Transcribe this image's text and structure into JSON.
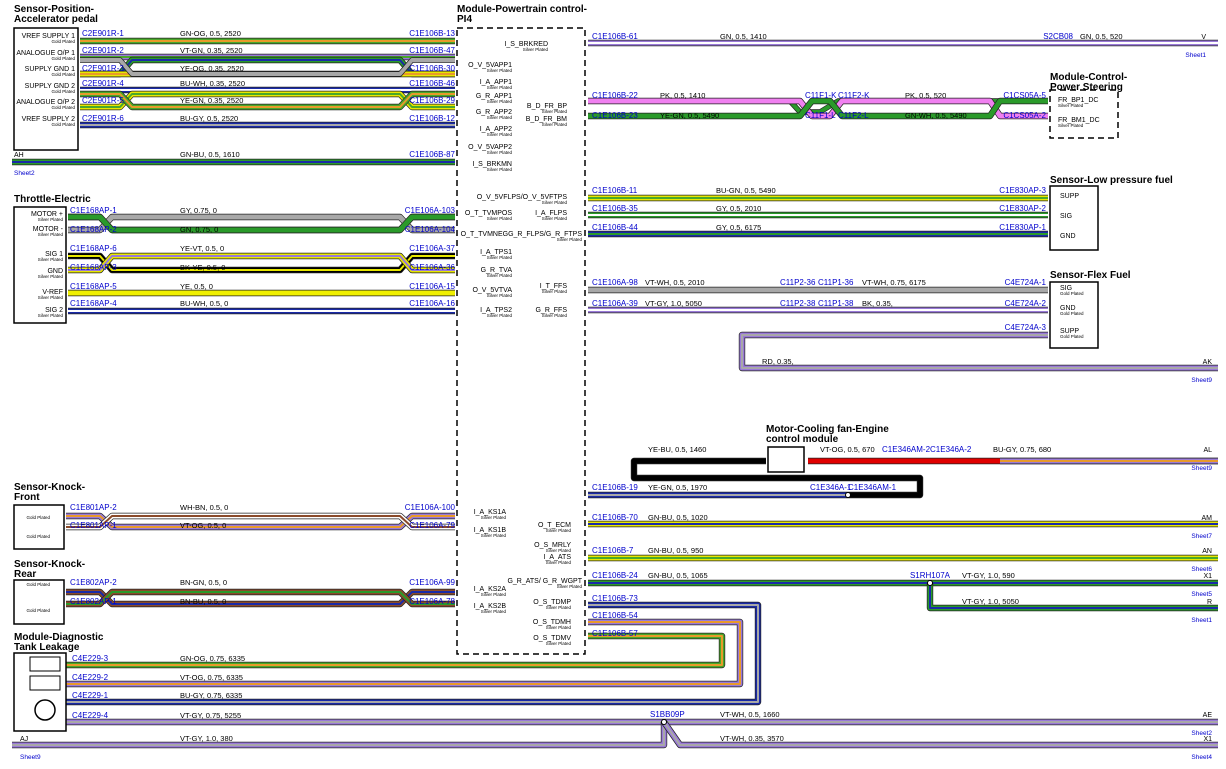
{
  "colors": {
    "GN-OG": [
      "#4aa82a",
      "#e89a2a"
    ],
    "VT-GN": [
      "#9a7ad8",
      "#4aa82a"
    ],
    "YE-OG": [
      "#e8e800",
      "#e89a2a"
    ],
    "BU-WH": [
      "#1a2aa8",
      "#ffffff"
    ],
    "YE-GN": [
      "#e8e800",
      "#4aa82a"
    ],
    "BU-GY": [
      "#1a2aa8",
      "#a8a8a8"
    ],
    "GN-BU": [
      "#2a9a2a",
      "#1a2aa8"
    ],
    "GY": [
      "#a8a8a8",
      ""
    ],
    "GN": [
      "#2a9a2a",
      ""
    ],
    "YE-VT": [
      "#e8e800",
      "#9a7ad8"
    ],
    "BK-YE": [
      "#000000",
      "#e8e800"
    ],
    "YE": [
      "#f0f000",
      ""
    ],
    "VT-WH": [
      "#9a7ad8",
      "#ffffff"
    ],
    "PK": [
      "#f080f0",
      ""
    ],
    "GN-WH": [
      "#2a9a2a",
      "#ffffff"
    ],
    "BU-GN": [
      "#1a2aa8",
      "#2a9a2a"
    ],
    "VT-GY": [
      "#9a7ad8",
      "#a8a8a8"
    ],
    "BK": [
      "#000000",
      ""
    ],
    "RD": [
      "#e00000",
      ""
    ],
    "VT-OG": [
      "#9a7ad8",
      "#e89a2a"
    ],
    "YE-BU": [
      "#e8e800",
      "#1a2aa8"
    ],
    "WH-BN": [
      "#ffffff",
      "#8a4a2a"
    ],
    "BN-GN": [
      "#8a4a2a",
      "#2a9a2a"
    ],
    "BN-BU": [
      "#8a4a2a",
      "#1a2aa8"
    ],
    "VT-GY2": [
      "#9a7ad8",
      "#a8a8a8"
    ]
  },
  "modules": {
    "app": {
      "title": [
        "Sensor-Position-",
        "Accelerator pedal"
      ],
      "pins": [
        [
          "VREF SUPPLY 1",
          "Gold Plated"
        ],
        [
          "ANALOGUE O/P 1",
          "Gold Plated"
        ],
        [
          "SUPPLY GND 1",
          "Gold Plated"
        ],
        [
          "SUPPLY GND 2",
          "Gold Plated"
        ],
        [
          "ANALOGUE O/P 2",
          "Gold Plated"
        ],
        [
          "VREF SUPPLY 2",
          "Gold Plated"
        ]
      ]
    },
    "throttle": {
      "title": [
        "Throttle-Electric"
      ],
      "pins": [
        [
          "MOTOR +",
          "Silver Plated"
        ],
        [
          "MOTOR -",
          "Silver Plated"
        ],
        [
          "SIG 1",
          "Silver Plated"
        ],
        [
          "GND",
          "Silver Plated"
        ],
        [
          "V-REF",
          "Silver Plated"
        ],
        [
          "SIG 2",
          "Silver Plated"
        ]
      ]
    },
    "knock_front": {
      "title": [
        "Sensor-Knock-",
        "Front"
      ],
      "pins": [
        [
          "",
          "Gold Plated"
        ],
        [
          "",
          "Gold Plated"
        ]
      ]
    },
    "knock_rear": {
      "title": [
        "Sensor-Knock-",
        "Rear"
      ],
      "pins": [
        [
          "",
          "Gold Plated"
        ],
        [
          "",
          "Gold Plated"
        ]
      ]
    },
    "dtl": {
      "title": [
        "Module-Diagnostic",
        "Tank Leakage"
      ]
    },
    "pcm": {
      "title": [
        "Module-Powertrain control-",
        "PI4"
      ],
      "pins": [
        [
          "I_S_BRKRED",
          "Silver Plated"
        ],
        [
          "O_V_5VAPP1",
          "Silver Plated"
        ],
        [
          "I_A_APP1",
          "Silver Plated"
        ],
        [
          "G_R_APP1",
          "Silver Plated"
        ],
        [
          "G_R_APP2",
          "Silver Plated"
        ],
        [
          "I_A_APP2",
          "Silver Plated"
        ],
        [
          "O_V_5VAPP2",
          "Silver Plated"
        ],
        [
          "I_S_BRKMN",
          "Silver Plated"
        ],
        [
          "B_D_FR_BP",
          "Silver Plated"
        ],
        [
          "B_D_FR_BM",
          "Silver Plated"
        ],
        [
          "O_V_5VFLPS/O_V_5VFTPS",
          "Silver Plated"
        ],
        [
          "O_T_TVMPOS",
          "Silver Plated"
        ],
        [
          "I_A_FLPS",
          "Silver Plated"
        ],
        [
          "O_T_TVMNEGG_R_FLPS/G_R_FTPS",
          "Silver Plated"
        ],
        [
          "I_A_TPS1",
          "Silver Plated"
        ],
        [
          "G_R_TVA",
          "Silver Plated"
        ],
        [
          "I_T_FFS",
          "Silver Plated"
        ],
        [
          "O_V_5VTVA",
          "Silver Plated"
        ],
        [
          "I_A_TPS2",
          "Silver Plated"
        ],
        [
          "G_R_FFS",
          "Silver Plated"
        ],
        [
          "O_T_ECM",
          "Silver Plated"
        ],
        [
          "I_A_KS1A",
          "Silver Plated"
        ],
        [
          "O_S_MRLY",
          "Silver Plated"
        ],
        [
          "I_A_KS1B",
          "Silver Plated"
        ],
        [
          "I_A_ATS",
          "Silver Plated"
        ],
        [
          "G_R_ATS/ G_R_WGPT",
          "Silver Plated"
        ],
        [
          "I_A_KS2A",
          "Silver Plated"
        ],
        [
          "O_S_TDMP",
          "Silver Plated"
        ],
        [
          "I_A_KS2B",
          "Silver Plated"
        ],
        [
          "O_S_TDMH",
          "Silver Plated"
        ],
        [
          "O_S_TDMV",
          "Silver Plated"
        ]
      ]
    },
    "eps": {
      "title": [
        "Module-Control-",
        "Power Steering"
      ],
      "pins": [
        [
          "FR_BP1_DC",
          "Silver Plated"
        ],
        [
          "FR_BM1_DC",
          "Silver Plated"
        ]
      ]
    },
    "lpf": {
      "title": [
        "Sensor-Low pressure fuel"
      ],
      "pins": [
        [
          "SUPP",
          ""
        ],
        [
          "SIG",
          ""
        ],
        [
          "GND",
          ""
        ]
      ]
    },
    "flex": {
      "title": [
        "Sensor-Flex Fuel"
      ],
      "pins": [
        [
          "SIG",
          "Gold Plated"
        ],
        [
          "GND",
          "Gold Plated"
        ],
        [
          "SUPP",
          "Gold Plated"
        ]
      ]
    },
    "fan": {
      "title": [
        "Motor-Cooling fan-Engine",
        "control module"
      ]
    }
  },
  "connectors": [
    "C2E901R-1",
    "C1E106B-13",
    "C2E901R-2",
    "C1E106B-47",
    "C2E901R-3",
    "C1E106B-30",
    "C2E901R-4",
    "C1E106B-46",
    "C2E901R-5",
    "C1E106B-29",
    "C2E901R-6",
    "C1E106B-12",
    "C1E106B-87",
    "C1E168AP-1",
    "C1E106A-103",
    "C1E168AP-2",
    "C1E106A-104",
    "C1E168AP-6",
    "C1E106A-37",
    "C1E168AP-3",
    "C1E106A-36",
    "C1E168AP-5",
    "C1E106A-15",
    "C1E168AP-4",
    "C1E106A-16",
    "C1E801AP-2",
    "C1E106A-100",
    "C1E801AP-1",
    "C1E106A-79",
    "C1E802AP-2",
    "C1E106A-99",
    "C1E802AP-1",
    "C1E106A-78",
    "C4E229-3",
    "C4E229-2",
    "C4E229-1",
    "C4E229-4",
    "C1E106B-61",
    "S2CB08",
    "C1E106B-22",
    "C11F1-K",
    "C11F2-K",
    "C1CS05A-5",
    "C1E106B-23",
    "C11F1-L",
    "C11F2-L",
    "C1CS05A-2",
    "C1E106B-11",
    "C1E830AP-3",
    "C1E106B-35",
    "C1E830AP-2",
    "C1E106B-44",
    "C1E830AP-1",
    "C1E106A-98",
    "C11P2-36",
    "C11P1-36",
    "C4E724A-1",
    "C1E106A-39",
    "C11P2-38",
    "C11P1-38",
    "C4E724A-2",
    "C4E724A-3",
    "C1E346AM-2",
    "C1E346A-2",
    "C1E106B-19",
    "C1E346A-1",
    "C1E346AM-1",
    "C1E106B-70",
    "C1E106B-7",
    "C1E106B-24",
    "S1RH107A",
    "C1E106B-73",
    "C1E106B-54",
    "C1E106B-57",
    "S1BB09P"
  ],
  "wire_labels": [
    "GN-OG,  0.5,  2520",
    "VT-GN,  0.35,  2520",
    "YE-OG,  0.35,  2520",
    "BU-WH,  0.35,  2520",
    "YE-GN,  0.35,  2520",
    "BU-GY,  0.5,  2520",
    "GN-BU,  0.5,  1610",
    "GY,  0.75,  0",
    "GN,  0.75,  0",
    "YE-VT,  0.5,  0",
    "BK-YE,  0.5,  0",
    "YE,  0.5,  0",
    "BU-WH,  0.5,  0",
    "WH-BN,  0.5,  0",
    "VT-OG,  0.5,  0",
    "BN-GN,  0.5,  0",
    "BN-BU,  0.5,  0",
    "GN-OG,  0.75,  6335",
    "VT-OG,  0.75,  6335",
    "BU-GY,  0.75,  6335",
    "VT-GY,  0.75,  5255",
    "VT-GY,  1.0,  380",
    "VT-WH,  0.5,  1660",
    "VT-WH,  0.35,  3570",
    "GN,  0.5,  1410",
    "GN,  0.5,  520",
    "PK,  0.5,  1410",
    "PK,  0.5,  520",
    "YE-GN,  0.5,  5490",
    "GN-WH,  0.5,  5490",
    "BU-GN,  0.5,  5490",
    "GY,  0.5,  2010",
    "GY,  0.5,  6175",
    "VT-WH,  0.5,  2010",
    "VT-WH,  0.75,  6175",
    "VT-GY,  1.0,  5050",
    "BK,  0.35,",
    "RD,  0.35,",
    "VT-OG,  0.5,  670",
    "BU-GY,  0.75,  680",
    "YE-BU,  0.5,  1460",
    "YE-GN,  0.5,  1970",
    "GN-BU,  0.5,  1020",
    "GN-BU,  0.5,  950",
    "GN-BU,  0.5,  1065",
    "VT-GY,  1.0,  590",
    "VT-GY,  1.0,  5050"
  ],
  "terminals": [
    "AH",
    "Sheet2",
    "AE",
    "Sheet2",
    "X1",
    "Sheet4",
    "AJ",
    "Sheet9",
    "V",
    "Sheet1",
    "AK",
    "Sheet9",
    "AL",
    "Sheet9",
    "AM",
    "Sheet7",
    "AN",
    "Sheet6",
    "X1",
    "Sheet5",
    "R",
    "Sheet1"
  ]
}
